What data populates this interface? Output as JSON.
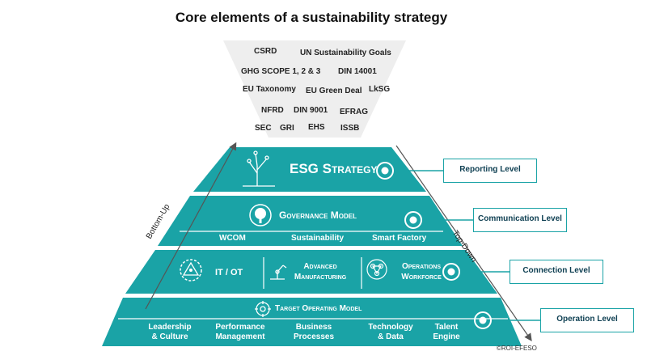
{
  "title": "Core elements of a sustainability strategy",
  "funnel_tags": {
    "csrd": "CSRD",
    "un_goals": "UN Sustainability Goals",
    "ghg": "GHG SCOPE 1, 2 & 3",
    "din14001": "DIN 14001",
    "eu_tax": "EU Taxonomy",
    "eu_green": "EU Green Deal",
    "lksg": "LkSG",
    "nfrd": "NFRD",
    "din9001": "DIN 9001",
    "efrag": "EFRAG",
    "sec": "SEC",
    "gri": "GRI",
    "ehs": "EHS",
    "issb": "ISSB"
  },
  "levels": {
    "esg": {
      "title": "ESG Strategy"
    },
    "governance": {
      "title": "Governance Model",
      "items": [
        "WCOM",
        "Sustainability",
        "Smart Factory"
      ]
    },
    "it": {
      "it_ot": "IT / OT",
      "adv_1": "Advanced",
      "adv_2": "Manufacturing",
      "ops_1": "Operations",
      "ops_2": "Workforce"
    },
    "tom": {
      "title": "Target Operating Model",
      "items": [
        [
          "Leadership",
          "& Culture"
        ],
        [
          "Performance",
          "Management"
        ],
        [
          "Business",
          "Processes"
        ],
        [
          "Technology",
          "& Data"
        ],
        [
          "Talent",
          "Engine"
        ]
      ]
    }
  },
  "side_labels": {
    "reporting": "Reporting Level",
    "communication": "Communication Level",
    "connection": "Connection Level",
    "operation": "Operation Level"
  },
  "axis": {
    "bottom_up": "Bottom-Up",
    "top_down": "Top-Down"
  },
  "copyright": "©ROI-EFESO",
  "colors": {
    "teal": "#1aa3a6",
    "funnel": "#eeeeee",
    "dark_text": "#0e3f52"
  }
}
